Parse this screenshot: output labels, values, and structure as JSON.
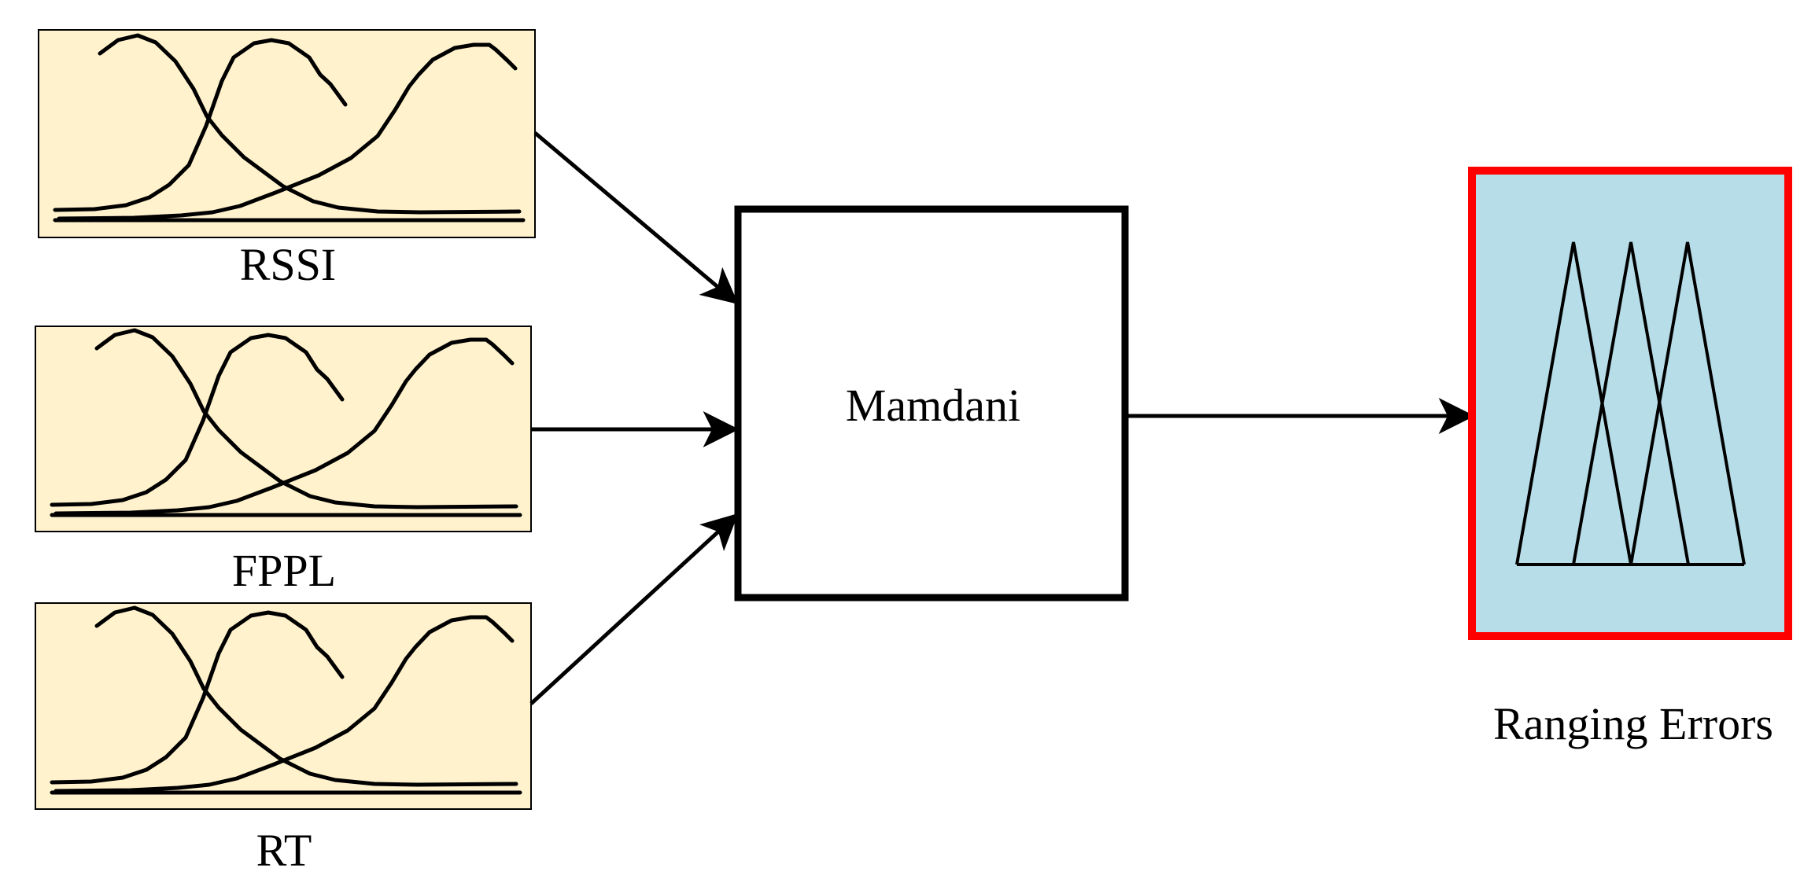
{
  "inputs": [
    {
      "label": "RSSI"
    },
    {
      "label": "FPPL"
    },
    {
      "label": "RT"
    }
  ],
  "engine": {
    "label": "Mamdani"
  },
  "output": {
    "label": "Ranging Errors"
  },
  "colors": {
    "input_fill": "#FFF2CC",
    "output_fill": "#B7DDE8",
    "output_border": "#FF0000",
    "stroke": "#000000"
  }
}
